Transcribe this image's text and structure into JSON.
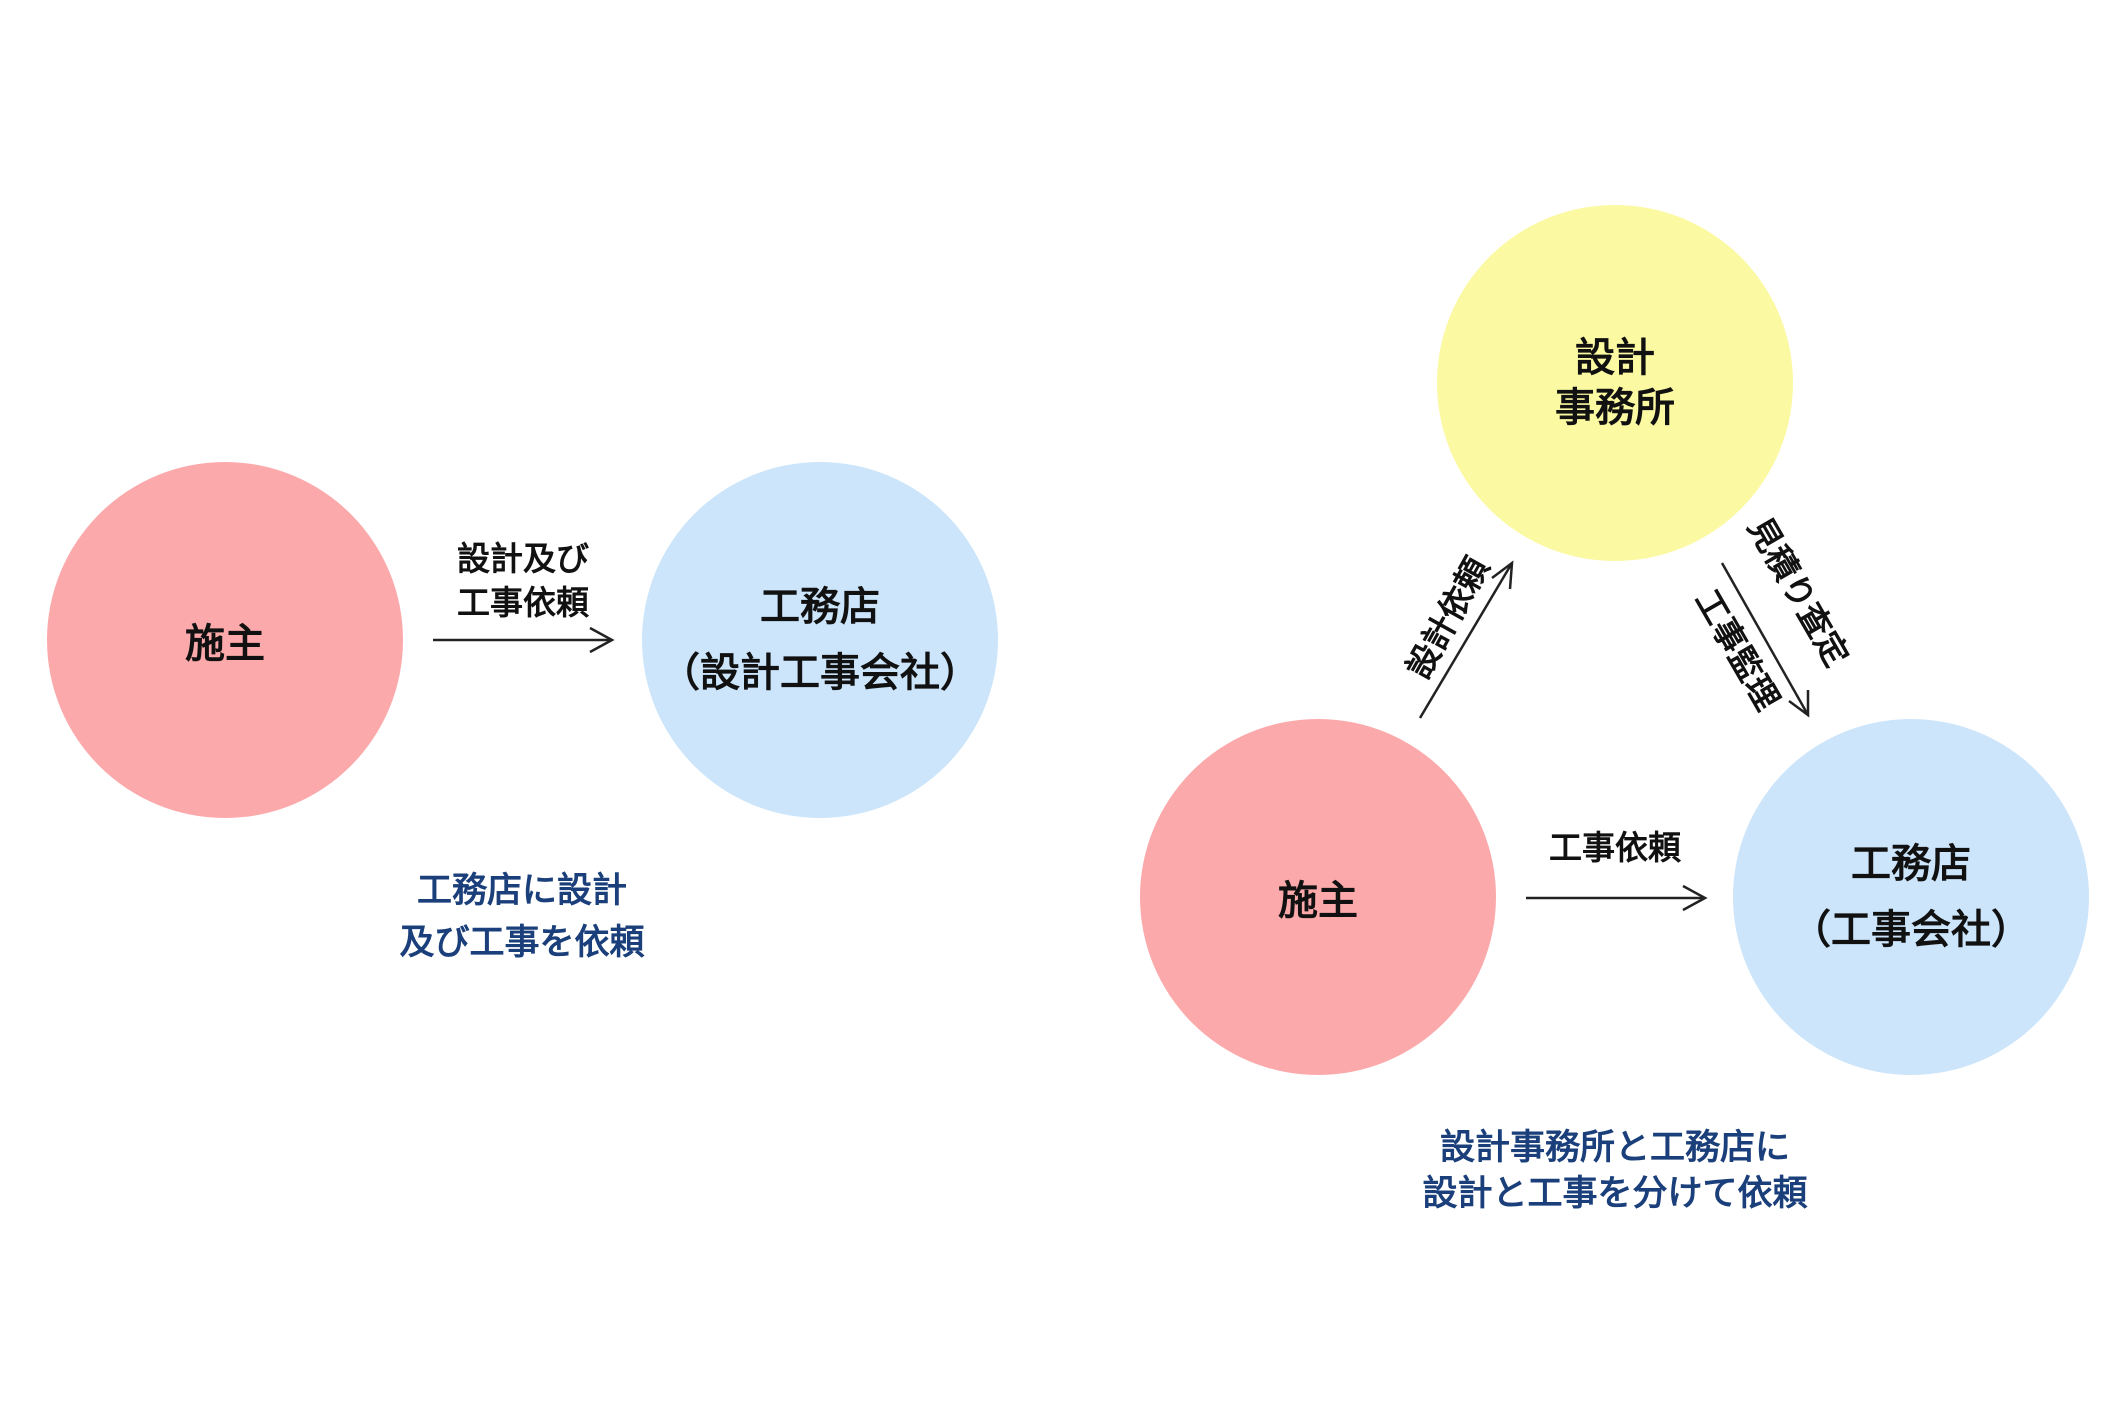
{
  "colors": {
    "client": "#fca9ab",
    "contractor": "#cce5fb",
    "design_office": "#fbf9a1",
    "caption": "#1a3f7a",
    "text": "#111111"
  },
  "left_diagram": {
    "client": "施主",
    "contractor": [
      "工務店",
      "（設計工事会社）"
    ],
    "arrow_label": [
      "設計及び",
      "工事依頼"
    ],
    "caption": [
      "工務店に設計",
      "及び工事を依頼"
    ]
  },
  "right_diagram": {
    "design_office": [
      "設計",
      "事務所"
    ],
    "client": "施主",
    "contractor": [
      "工務店",
      "（工事会社）"
    ],
    "label_design_request": "設計依頼",
    "label_estimate": "見積り査定",
    "label_supervision": "工事監理",
    "label_construction_request": "工事依頼",
    "caption": [
      "設計事務所と工務店に",
      "設計と工事を分けて依頼"
    ]
  }
}
